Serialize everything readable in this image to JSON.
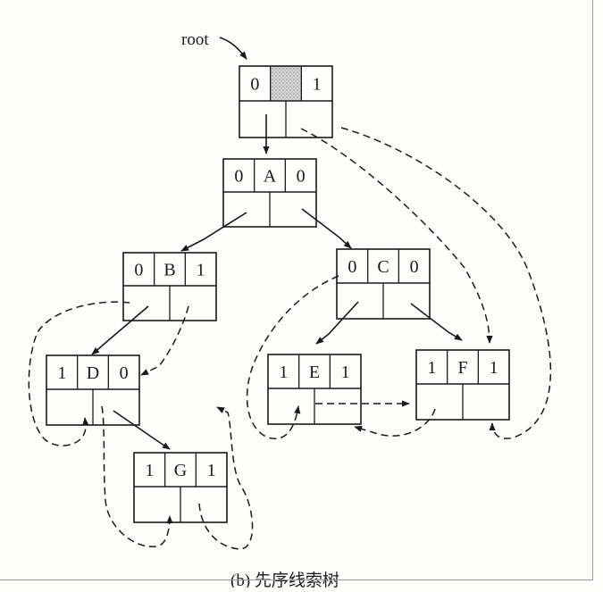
{
  "diagram": {
    "root_label": "root",
    "caption": "(b) 先序线索树",
    "head": {
      "ltag": "0",
      "data": "",
      "rtag": "1"
    },
    "nodes": [
      {
        "id": "A",
        "ltag": "0",
        "data": "A",
        "rtag": "0"
      },
      {
        "id": "B",
        "ltag": "0",
        "data": "B",
        "rtag": "1"
      },
      {
        "id": "C",
        "ltag": "0",
        "data": "C",
        "rtag": "0"
      },
      {
        "id": "D",
        "ltag": "1",
        "data": "D",
        "rtag": "0"
      },
      {
        "id": "E",
        "ltag": "1",
        "data": "E",
        "rtag": "1"
      },
      {
        "id": "F",
        "ltag": "1",
        "data": "F",
        "rtag": "1"
      },
      {
        "id": "G",
        "ltag": "1",
        "data": "G",
        "rtag": "1"
      }
    ],
    "colors": {
      "ink": "#1a1a1a",
      "head_fill": "#cfcfcf",
      "paper": "#fdfdfb"
    }
  }
}
